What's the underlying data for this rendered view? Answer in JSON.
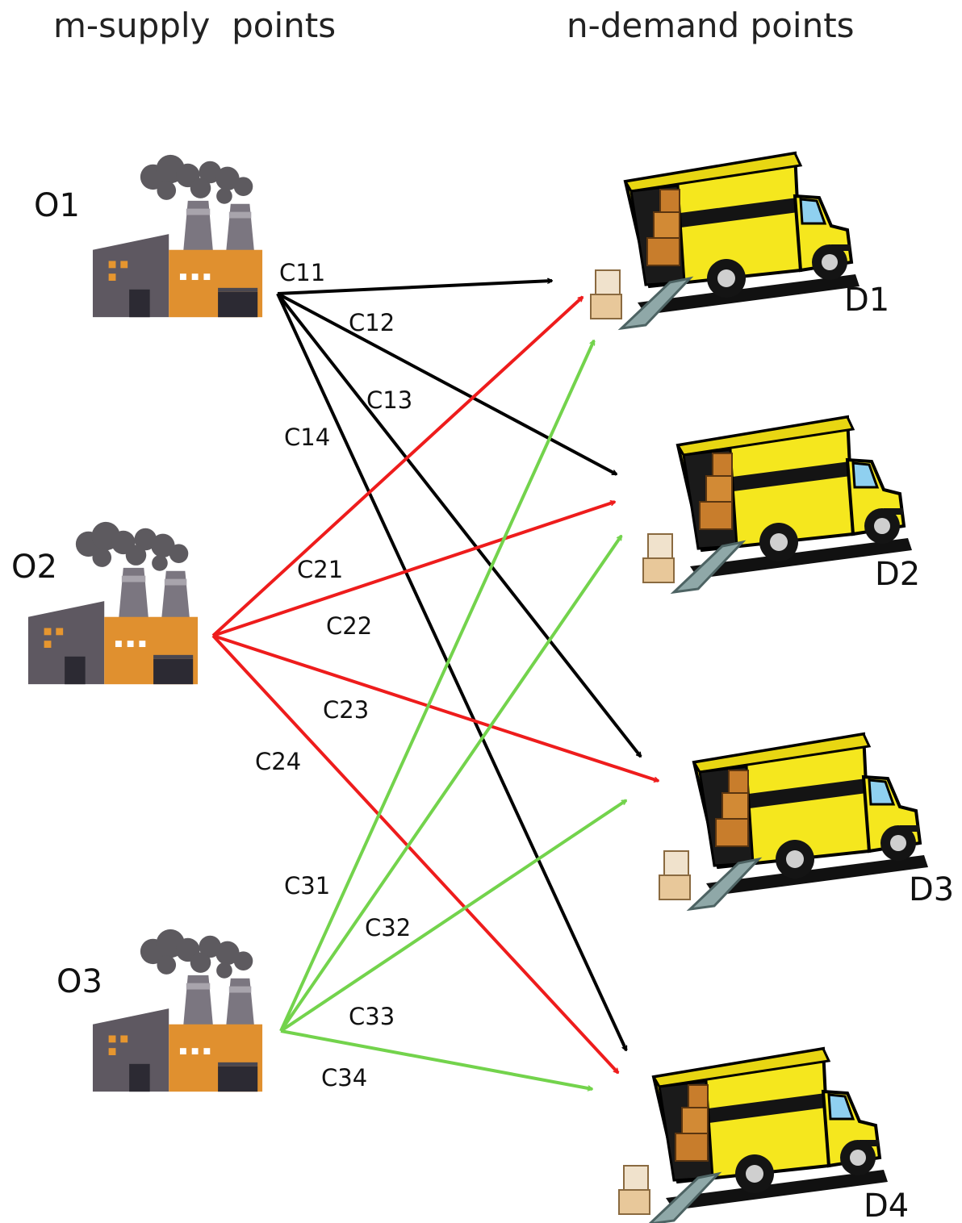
{
  "header": {
    "supply_title": "m-supply  points",
    "demand_title": "n-demand points"
  },
  "supply_points": [
    {
      "label": "O1",
      "icon": "factory-icon"
    },
    {
      "label": "O2",
      "icon": "factory-icon"
    },
    {
      "label": "O3",
      "icon": "factory-icon"
    }
  ],
  "demand_points": [
    {
      "label": "D1",
      "icon": "delivery-truck-icon"
    },
    {
      "label": "D2",
      "icon": "delivery-truck-icon"
    },
    {
      "label": "D3",
      "icon": "delivery-truck-icon"
    },
    {
      "label": "D4",
      "icon": "delivery-truck-icon"
    }
  ],
  "route_colors": {
    "O1": "#000000",
    "O2": "#ee1c1c",
    "O3": "#73d34c"
  },
  "routes": [
    {
      "from": "O1",
      "to": "D1",
      "label": "C11"
    },
    {
      "from": "O1",
      "to": "D2",
      "label": "C12"
    },
    {
      "from": "O1",
      "to": "D3",
      "label": "C13"
    },
    {
      "from": "O1",
      "to": "D4",
      "label": "C14"
    },
    {
      "from": "O2",
      "to": "D1",
      "label": "C21"
    },
    {
      "from": "O2",
      "to": "D2",
      "label": "C22"
    },
    {
      "from": "O2",
      "to": "D3",
      "label": "C23"
    },
    {
      "from": "O2",
      "to": "D4",
      "label": "C24"
    },
    {
      "from": "O3",
      "to": "D1",
      "label": "C31"
    },
    {
      "from": "O3",
      "to": "D2",
      "label": "C32"
    },
    {
      "from": "O3",
      "to": "D3",
      "label": "C33"
    },
    {
      "from": "O3",
      "to": "D4",
      "label": "C34"
    }
  ]
}
